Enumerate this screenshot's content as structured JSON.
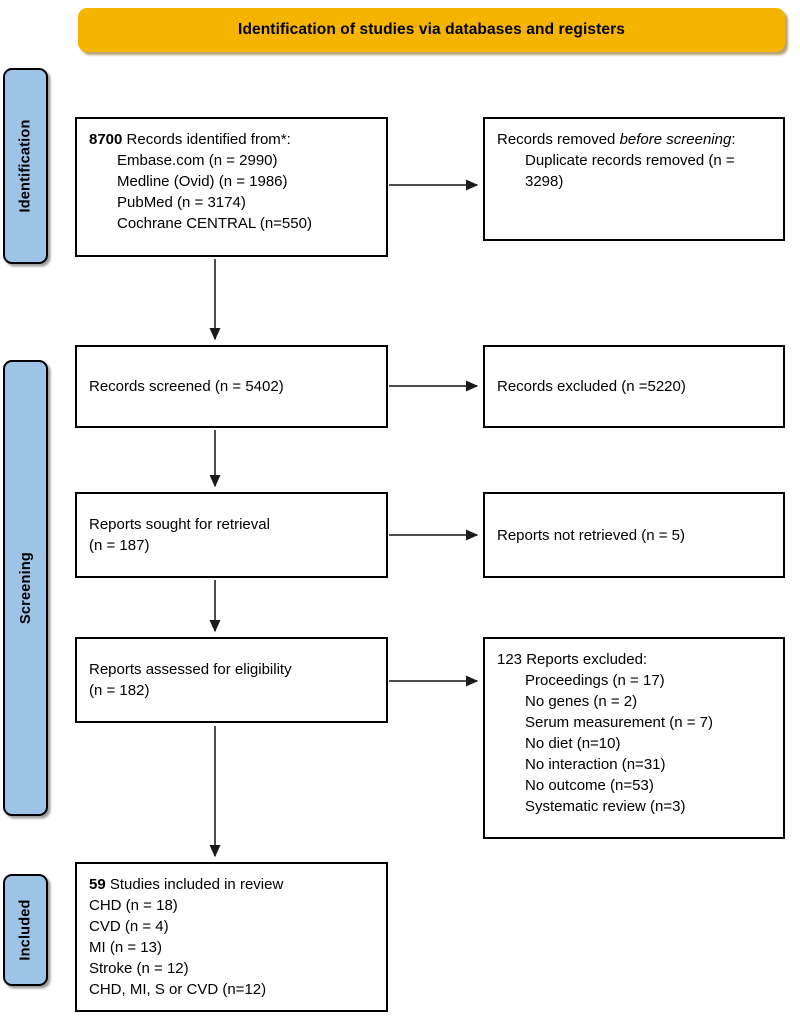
{
  "banner": {
    "title": "Identification of studies via databases and registers",
    "color": "#F5B400"
  },
  "stages": [
    {
      "id": "identification",
      "label": "Identification",
      "color": "#9DC3E6"
    },
    {
      "id": "screening",
      "label": "Screening",
      "color": "#9DC3E6"
    },
    {
      "id": "included",
      "label": "Included",
      "color": "#9DC3E6"
    }
  ],
  "boxes": {
    "identified": {
      "count": "8700",
      "heading": "Records identified from*:",
      "items": [
        "Embase.com (n = 2990)",
        "Medline (Ovid) (n = 1986)",
        "PubMed (n = 3174)",
        "Cochrane CENTRAL (n=550)"
      ]
    },
    "removed": {
      "heading_plain": "Records removed ",
      "heading_italic": "before screening",
      "heading_colon": ":",
      "items": [
        "Duplicate records removed (n = 3298)"
      ]
    },
    "screened": {
      "text": "Records screened (n = 5402)"
    },
    "excluded_records": {
      "text": "Records excluded (n =5220)"
    },
    "sought": {
      "line1": "Reports sought for retrieval",
      "line2": "(n = 187)"
    },
    "not_retrieved": {
      "text": "Reports not retrieved (n = 5)"
    },
    "assessed": {
      "line1": "Reports assessed for eligibility",
      "line2": "(n = 182)"
    },
    "excluded_reports": {
      "count": "123",
      "heading": "Reports excluded:",
      "items": [
        "Proceedings (n = 17)",
        "No genes (n = 2)",
        "Serum measurement (n = 7)",
        "No diet (n=10)",
        "No interaction (n=31)",
        "No outcome (n=53)",
        "Systematic review (n=3)"
      ]
    },
    "included": {
      "count": "59",
      "heading": "Studies included in review",
      "items": [
        "CHD (n = 18)",
        "CVD (n = 4)",
        "MI (n = 13)",
        "Stroke (n = 12)",
        "CHD, MI, S or CVD (n=12)"
      ]
    }
  }
}
